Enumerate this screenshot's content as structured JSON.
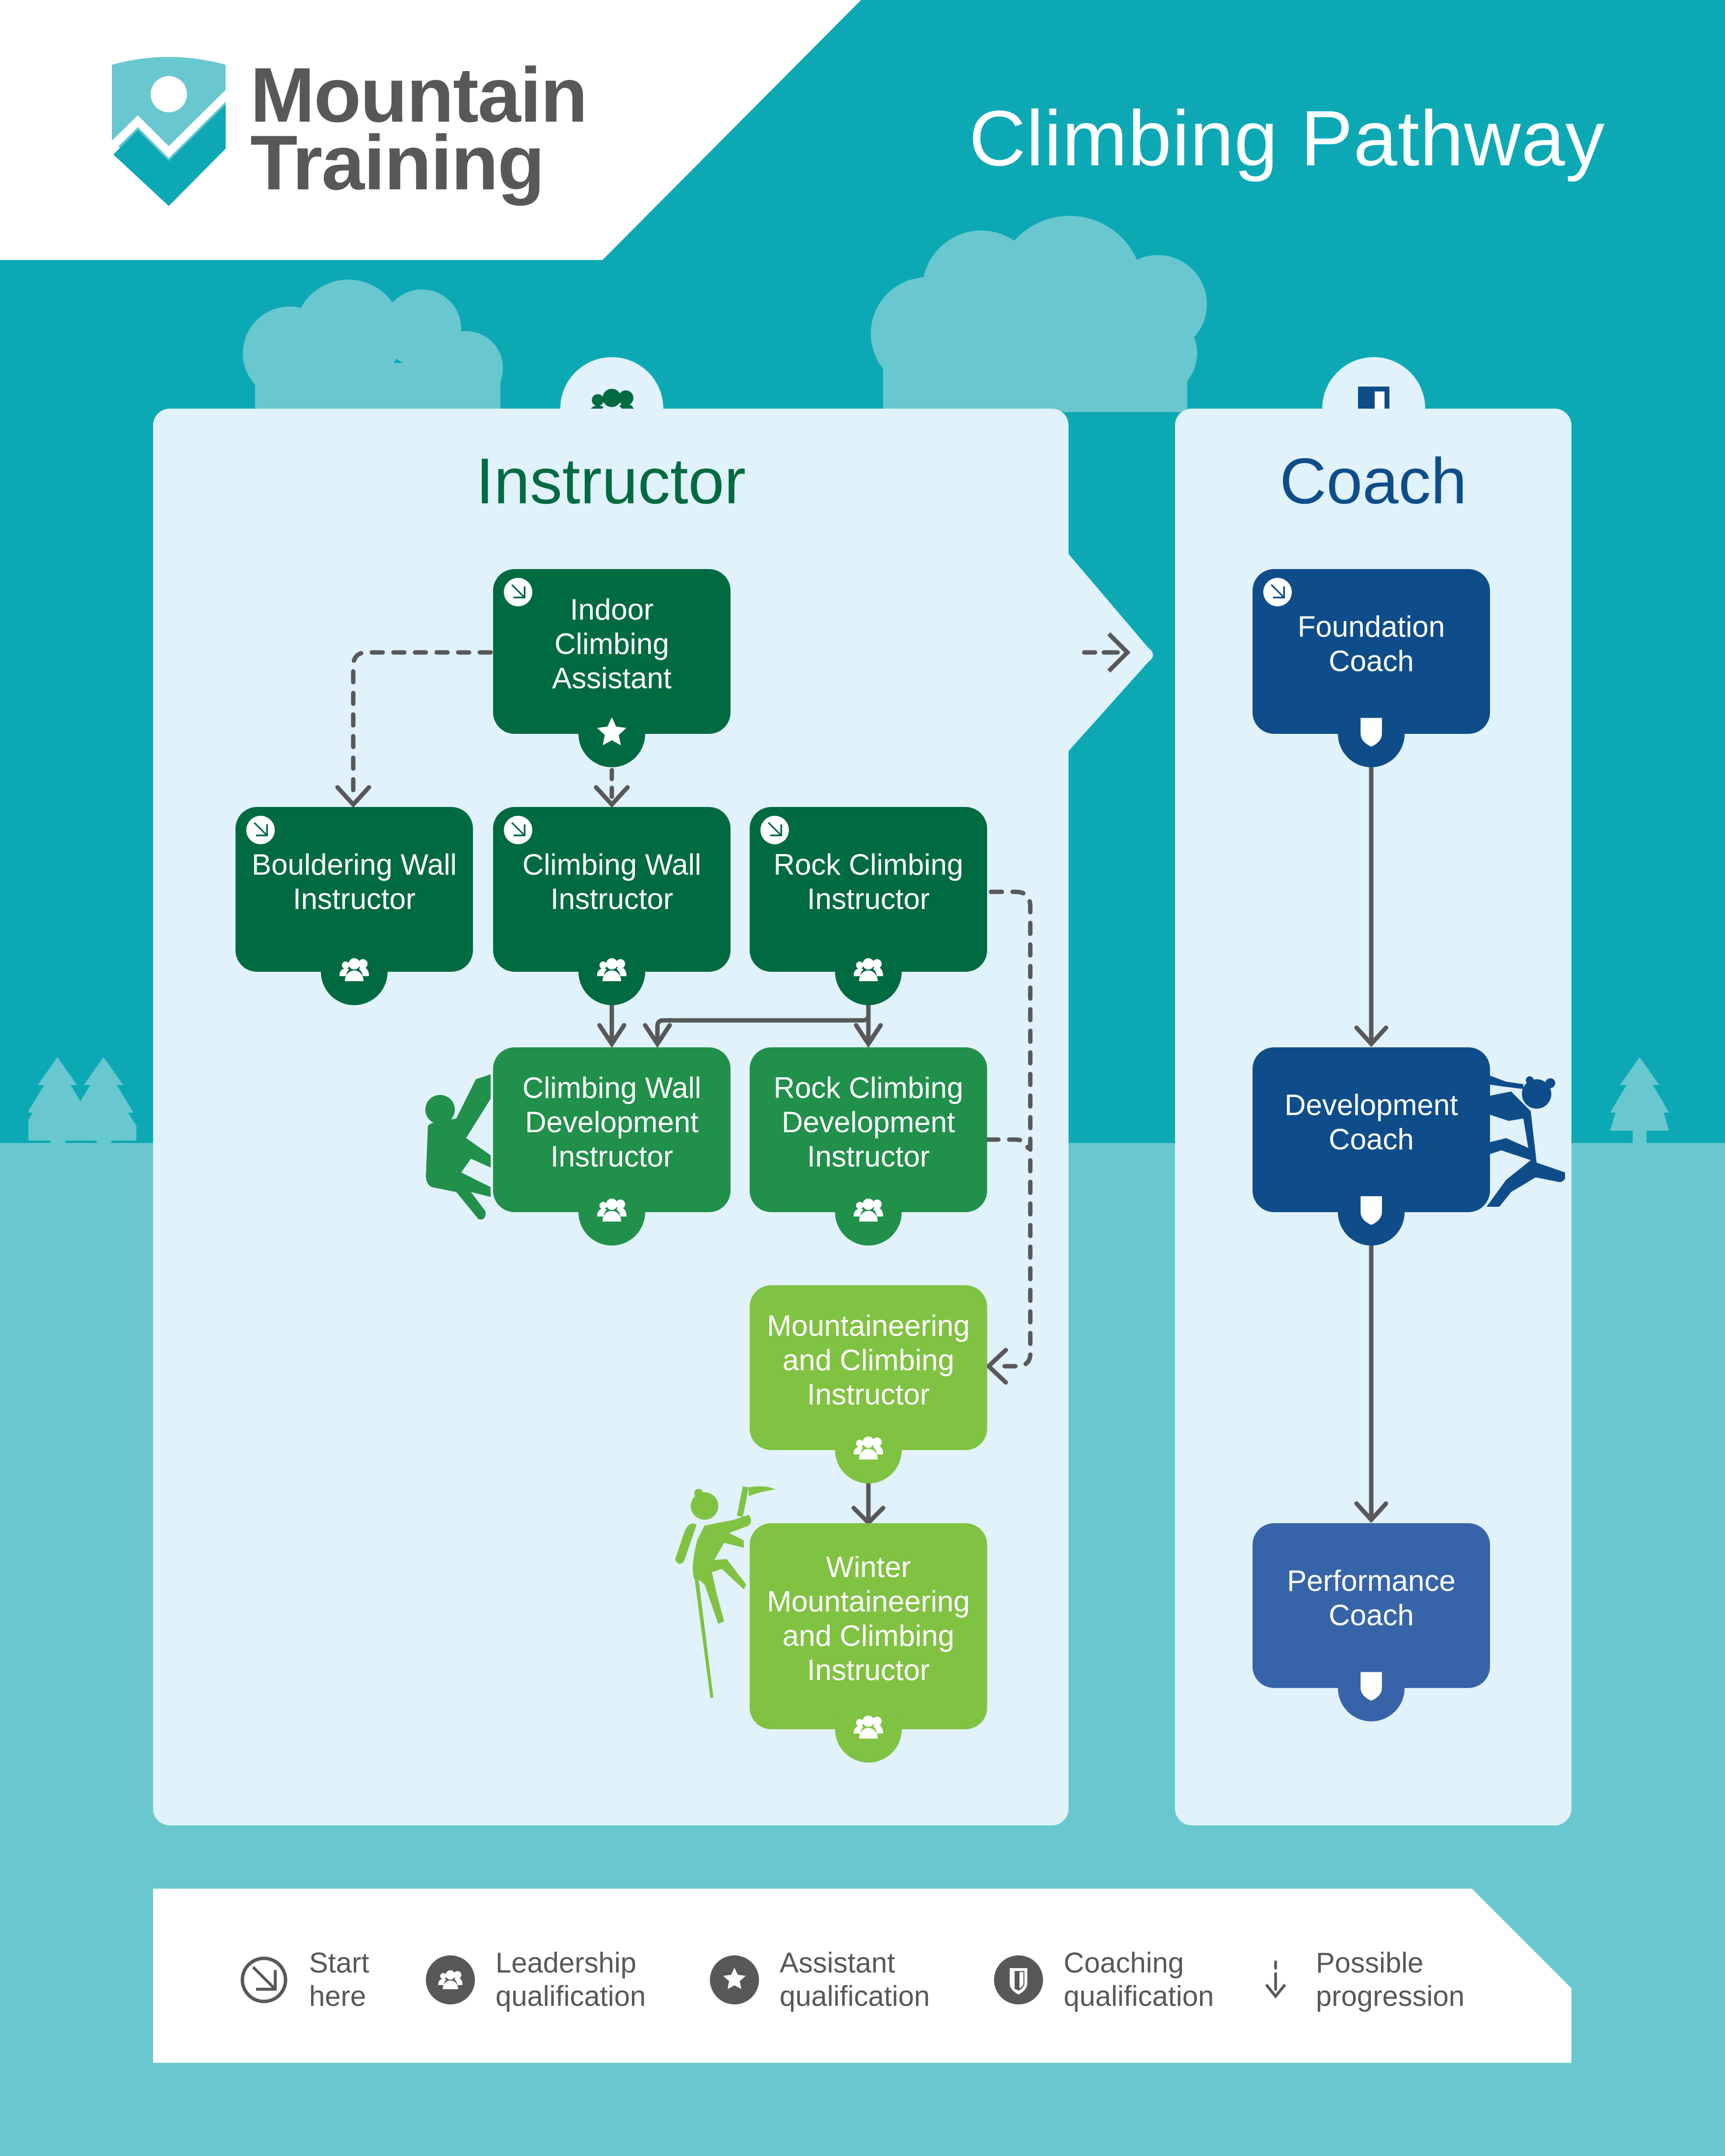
{
  "header": {
    "brand_line1": "Mountain",
    "brand_line2": "Training",
    "title": "Climbing Pathway"
  },
  "colors": {
    "sky": "#0ca9b5",
    "ground": "#69c8cf",
    "panel": "#e1f2fa",
    "instructor_dark": "#006a41",
    "instructor_mid": "#20904a",
    "instructor_light": "#80c241",
    "coach_dark": "#0f4d8a",
    "coach_light": "#3764a8",
    "connector": "#58585a"
  },
  "columns": {
    "instructor": {
      "title": "Instructor",
      "icon": "group-icon"
    },
    "coach": {
      "title": "Coach",
      "icon": "shield-icon"
    }
  },
  "nodes": {
    "indoor_climbing_assistant": {
      "label": "Indoor\nClimbing\nAssistant",
      "start_here": true,
      "qualification": "assistant"
    },
    "bouldering_wall_instructor": {
      "label": "Bouldering Wall\nInstructor",
      "start_here": true,
      "qualification": "leadership"
    },
    "climbing_wall_instructor": {
      "label": "Climbing Wall\nInstructor",
      "start_here": true,
      "qualification": "leadership"
    },
    "rock_climbing_instructor": {
      "label": "Rock Climbing\nInstructor",
      "start_here": true,
      "qualification": "leadership"
    },
    "climbing_wall_development_instructor": {
      "label": "Climbing Wall\nDevelopment\nInstructor",
      "start_here": false,
      "qualification": "leadership"
    },
    "rock_climbing_development_instructor": {
      "label": "Rock Climbing\nDevelopment\nInstructor",
      "start_here": false,
      "qualification": "leadership"
    },
    "mountaineering_and_climbing_instructor": {
      "label": "Mountaineering\nand Climbing\nInstructor",
      "start_here": false,
      "qualification": "leadership"
    },
    "winter_mountaineering_and_climbing_instructor": {
      "label": "Winter\nMountaineering\nand Climbing\nInstructor",
      "start_here": false,
      "qualification": "leadership"
    },
    "foundation_coach": {
      "label": "Foundation\nCoach",
      "start_here": true,
      "qualification": "coaching"
    },
    "development_coach": {
      "label": "Development\nCoach",
      "start_here": false,
      "qualification": "coaching"
    },
    "performance_coach": {
      "label": "Performance\nCoach",
      "start_here": false,
      "qualification": "coaching"
    }
  },
  "edges": [
    {
      "from": "indoor_climbing_assistant",
      "to": "bouldering_wall_instructor",
      "style": "dashed"
    },
    {
      "from": "indoor_climbing_assistant",
      "to": "climbing_wall_instructor",
      "style": "dashed"
    },
    {
      "from": "climbing_wall_instructor",
      "to": "climbing_wall_development_instructor",
      "style": "solid"
    },
    {
      "from": "rock_climbing_instructor",
      "to": "climbing_wall_development_instructor",
      "style": "solid"
    },
    {
      "from": "rock_climbing_instructor",
      "to": "rock_climbing_development_instructor",
      "style": "solid"
    },
    {
      "from": "rock_climbing_instructor",
      "to": "mountaineering_and_climbing_instructor",
      "style": "dashed"
    },
    {
      "from": "rock_climbing_development_instructor",
      "to": "mountaineering_and_climbing_instructor",
      "style": "dashed"
    },
    {
      "from": "mountaineering_and_climbing_instructor",
      "to": "winter_mountaineering_and_climbing_instructor",
      "style": "solid"
    },
    {
      "from": "instructor",
      "to": "coach",
      "style": "dashed"
    },
    {
      "from": "foundation_coach",
      "to": "development_coach",
      "style": "solid"
    },
    {
      "from": "development_coach",
      "to": "performance_coach",
      "style": "solid"
    }
  ],
  "legend": [
    {
      "icon": "start-here-icon",
      "label": "Start\nhere"
    },
    {
      "icon": "leadership-icon",
      "label": "Leadership\nqualification"
    },
    {
      "icon": "assistant-star-icon",
      "label": "Assistant\nqualification"
    },
    {
      "icon": "coaching-shield-icon",
      "label": "Coaching\nqualification"
    },
    {
      "icon": "progression-arrow-icon",
      "label": "Possible\nprogression"
    }
  ]
}
